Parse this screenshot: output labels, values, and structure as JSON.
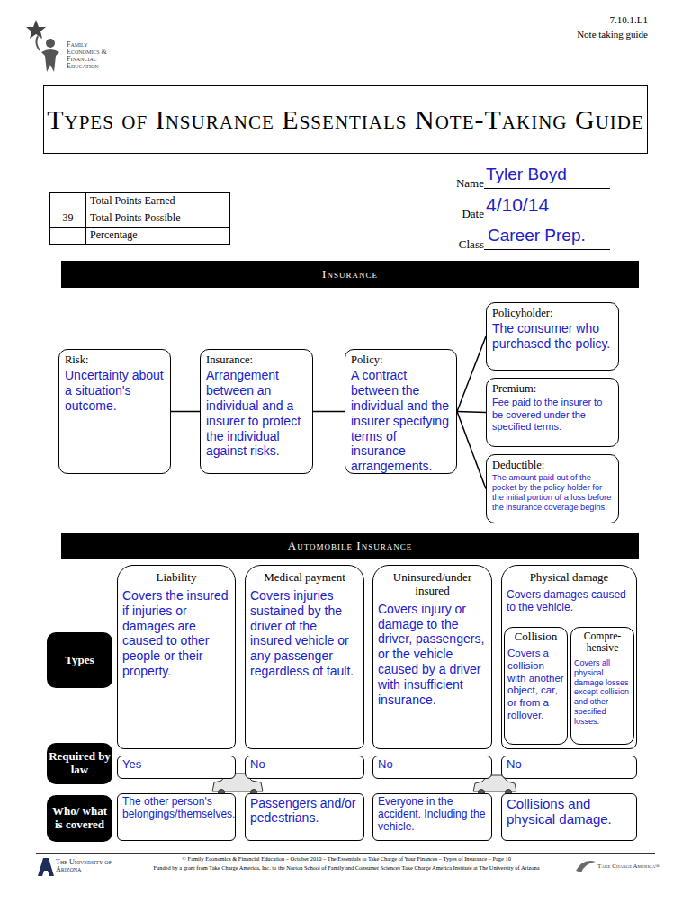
{
  "diagram": {
    "title": "Types of Insurance Essentials Note-Taking Guide",
    "nodes": [
      {
        "text": [
          "Insurance"
        ]
      },
      {
        "text": [
          "Policyholder:",
          "The consumer who purchased the policy."
        ]
      },
      {
        "text": [
          "Risk:",
          "Uncertainty about a situation's outcome."
        ]
      },
      {
        "text": [
          "Insurance:",
          "Arrangement between an individual and a insurer to protect the individual against risks."
        ]
      },
      {
        "text": [
          "Policy:",
          "A contract between the individual and the insurer specifying terms of insurance arrangements."
        ]
      },
      {
        "text": [
          "Premium:",
          "Fee paid to the insurer to be covered under the specified terms."
        ]
      },
      {
        "text": [
          "Deductible:",
          "The amount paid out of the pocket by the policy holder for the initial portion of a loss before the insurance coverage begins."
        ]
      },
      {
        "text": [
          "Automobile Insurance"
        ]
      },
      {
        "text": [
          "Types"
        ]
      },
      {
        "text": [
          "Liability",
          "Covers the insured if injuries or damages are caused to other people or their property."
        ]
      },
      {
        "text": [
          "Medical payment",
          "Covers injuries sustained by the driver of the insured vehicle or any passenger regardless of fault."
        ]
      },
      {
        "text": [
          "Uninsured/under insured",
          "Covers injury or damage to the driver, passengers, or the vehicle caused by a driver with insufficient insurance."
        ]
      },
      {
        "text": [
          "Physical damage",
          "Covers damages caused to the vehicle."
        ]
      },
      {
        "text": [
          "Collision",
          "Covers a collision with another object, car, or from a rollover."
        ],
        "in": 12
      },
      {
        "text": [
          "Compre-hensive",
          "Covers all physical damage losses except collision and other specified losses."
        ],
        "in": 12
      },
      {
        "text": [
          "Required by law"
        ]
      },
      {
        "text": [
          "Yes"
        ]
      },
      {
        "text": [
          "No"
        ]
      },
      {
        "text": [
          "No"
        ]
      },
      {
        "text": [
          "No"
        ]
      },
      {
        "text": [
          "Who/ what is covered"
        ]
      },
      {
        "text": [
          "The other person's belongings/themselves."
        ]
      },
      {
        "text": [
          "Passengers and/or pedestrians."
        ]
      },
      {
        "text": [
          "Everyone in the accident. Including the vehicle."
        ]
      },
      {
        "text": [
          "Collisions and physical damage."
        ]
      }
    ],
    "edges": [
      {
        "from": 2,
        "to": 3,
        "arrow": "none"
      },
      {
        "from": 3,
        "to": 4,
        "arrow": "none"
      },
      {
        "from": 4,
        "to": 1,
        "arrow": "none"
      },
      {
        "from": 4,
        "to": 5,
        "arrow": "none"
      },
      {
        "from": 4,
        "to": 6,
        "arrow": "none"
      }
    ],
    "labels": [
      "Family Economics & Financial Education",
      "7.10.1.L1",
      "Note taking guide",
      "Total Points Earned",
      "39",
      "Total Points Possible",
      "Percentage",
      "Name",
      "Tyler Boyd",
      "Date",
      "4/10/14",
      "Class",
      "Career Prep.",
      "© Family Economics & Financial Education – October 2010 – The Essentials to Take Charge of Your Finances – Types of Insurance – Page 10",
      "Funded by a grant from Take Charge America, Inc. to the Norton School of Family and Consumer Sciences Take Charge America Institute at The University of Arizona",
      "The University of Arizona",
      "Take Charge America®"
    ]
  }
}
